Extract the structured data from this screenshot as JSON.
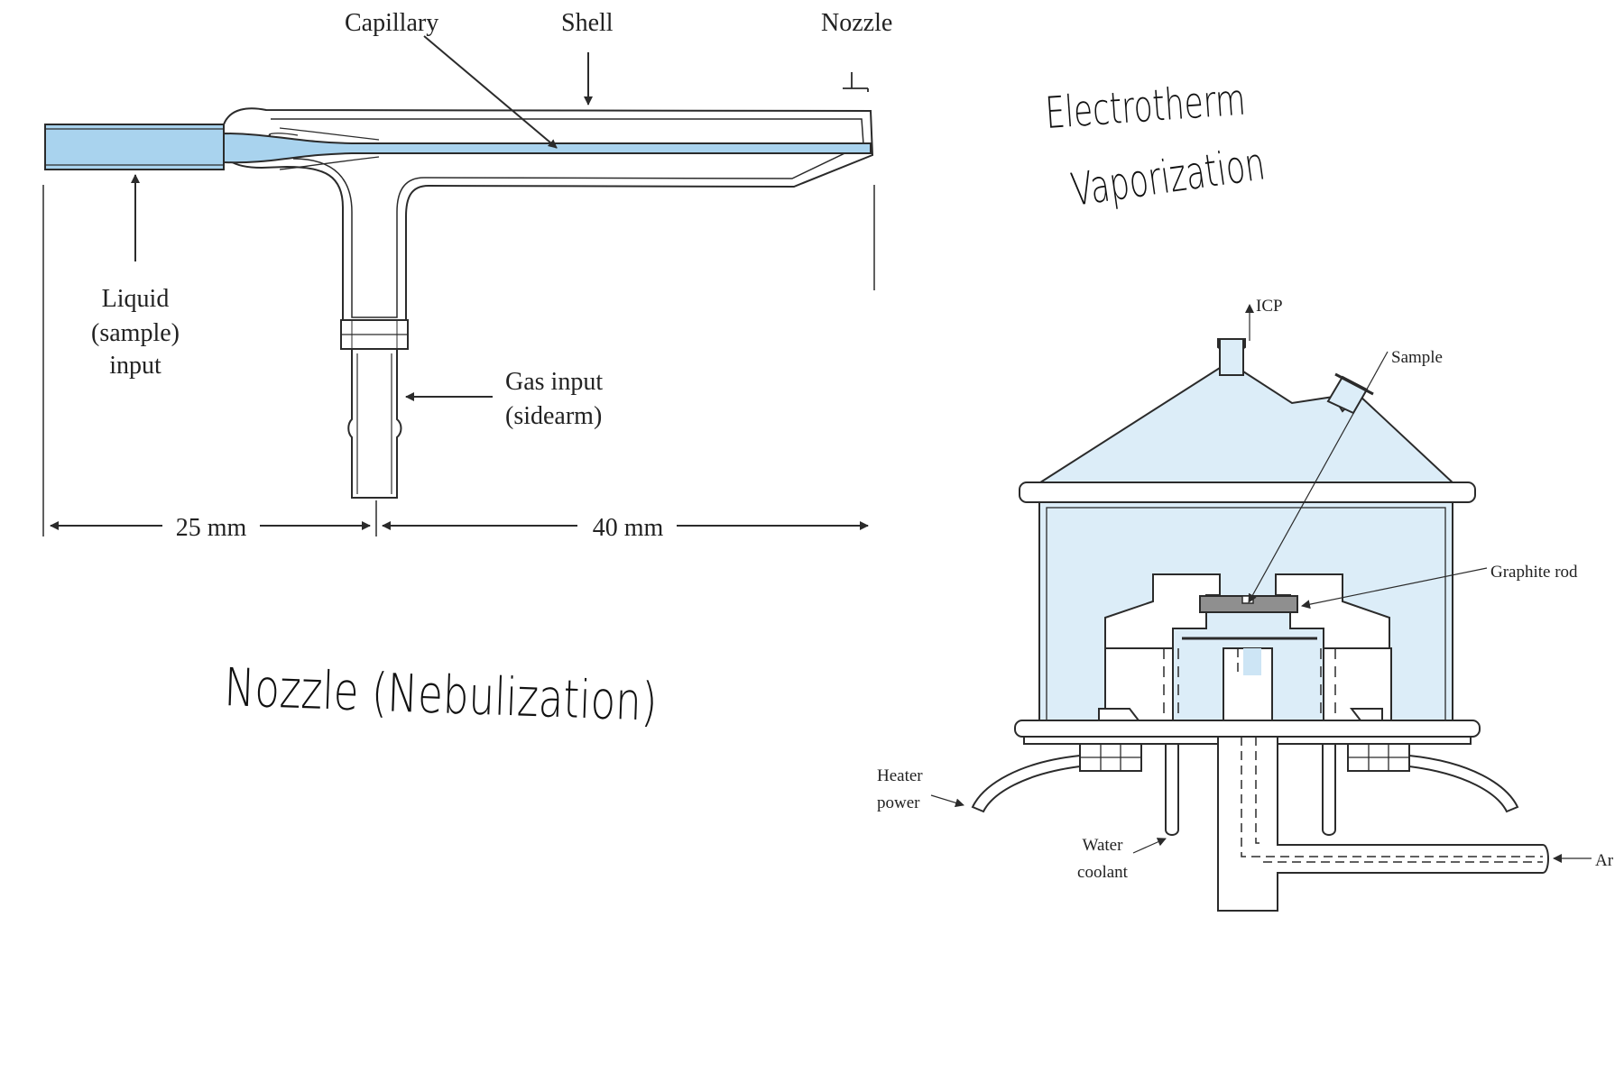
{
  "nebulizer": {
    "labels": {
      "capillary": "Capillary",
      "shell": "Shell",
      "nozzle": "Nozzle",
      "liquid_line1": "Liquid",
      "liquid_line2": "(sample)",
      "liquid_line3": "input",
      "gas_line1": "Gas input",
      "gas_line2": "(sidearm)",
      "dim_left": "25 mm",
      "dim_right": "40 mm"
    },
    "handwritten_caption": "Nozzle (Nebulization)"
  },
  "etv": {
    "handwritten_title_line1": "Electrotherm",
    "handwritten_title_line2": "Vaporization",
    "labels": {
      "icp": "ICP",
      "sample": "Sample",
      "graphite_rod": "Graphite rod",
      "heater_line1": "Heater",
      "heater_line2": "power",
      "water_line1": "Water",
      "water_line2": "coolant",
      "ar": "Ar"
    }
  },
  "colors": {
    "liquid_fill": "#a9d3ee",
    "chamber_fill": "#dcedf8",
    "outline": "#2b2b2b",
    "rod_fill": "#8f8f8f"
  }
}
